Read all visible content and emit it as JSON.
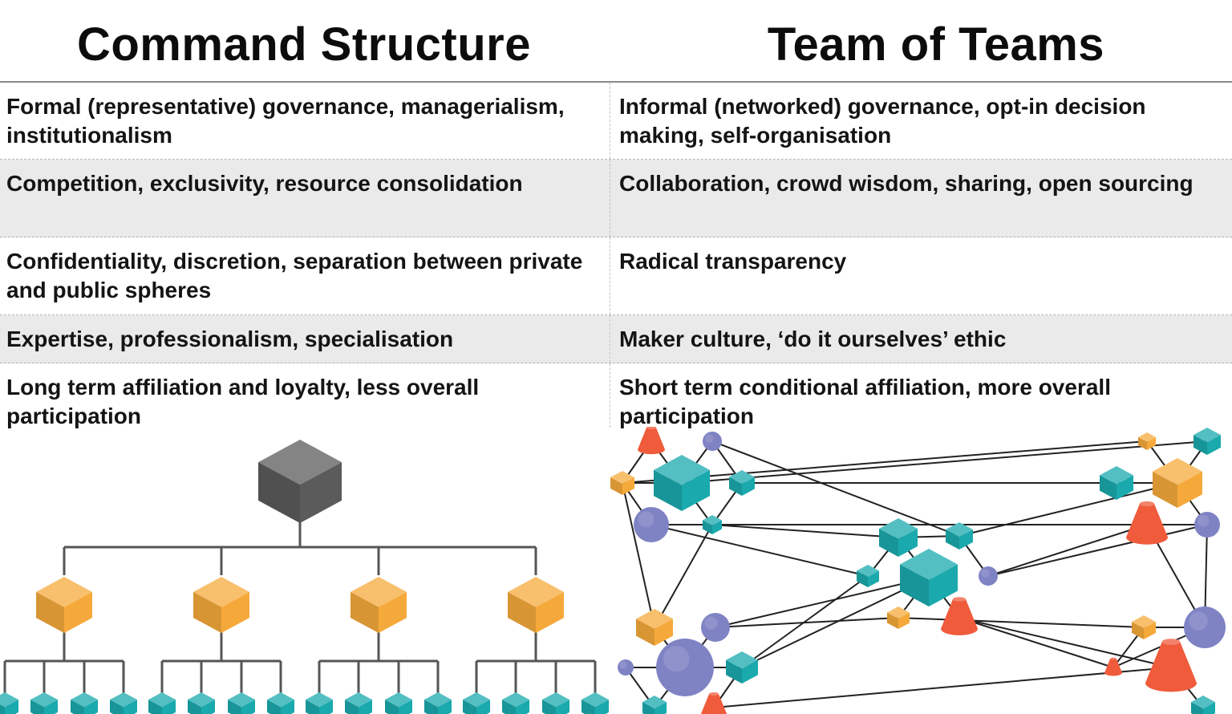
{
  "headers": {
    "left": "Command Structure",
    "right": "Team of Teams"
  },
  "rows": [
    {
      "left": "Formal (representative) governance, managerialism, institutionalism",
      "right": "Informal (networked) governance, opt-in decision making, self-organisation"
    },
    {
      "left": "Competition, exclusivity, resource consolidation",
      "right": "Collaboration, crowd wisdom, sharing, open sourcing"
    },
    {
      "left": "Confidentiality, discretion, separation between private and public spheres",
      "right": "Radical transparency"
    },
    {
      "left": "Expertise, professionalism, specialisation",
      "right": "Maker culture, ‘do it ourselves’ ethic"
    },
    {
      "left": "Long term affiliation and loyalty, less overall participation",
      "right": "Short term conditional affiliation, more overall participation"
    }
  ],
  "colors": {
    "root_cube": "#5b5b5b",
    "middle_cube": "#f6a93b",
    "leaf_cube": "#1aa9ad",
    "sphere": "#7f83c4",
    "cone": "#ef5b3b",
    "connector": "#222222"
  },
  "icons": {
    "hierarchy": "org-hierarchy-diagram",
    "network": "network-graph-diagram"
  }
}
